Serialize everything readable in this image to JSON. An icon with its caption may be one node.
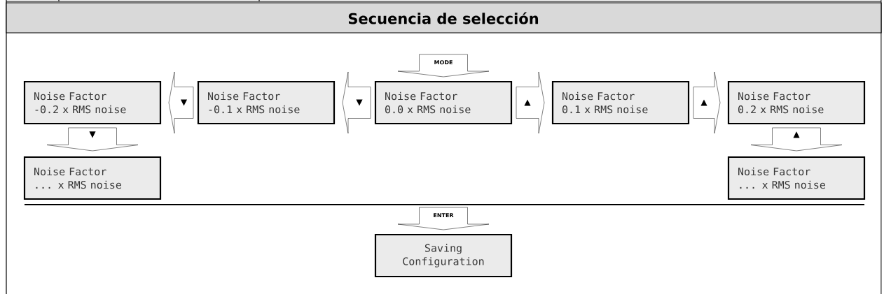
{
  "diagram": {
    "title": "Secuencia de selección",
    "nodes": [
      {
        "text": [
          "Noise Factor",
          "-0.2 x RMS noise"
        ]
      },
      {
        "text": [
          "Noise Factor",
          "-0.1 x RMS noise"
        ]
      },
      {
        "text": [
          "Noise Factor",
          "0.0 x RMS noise"
        ]
      },
      {
        "text": [
          "Noise Factor",
          "0.1 x RMS noise"
        ]
      },
      {
        "text": [
          "Noise Factor",
          "0.2 x RMS noise"
        ]
      },
      {
        "text": [
          "Noise Factor",
          "... x RMS noise"
        ]
      },
      {
        "text": [
          "Noise Factor",
          "... x RMS noise"
        ]
      },
      {
        "text": [
          "Saving Configuration"
        ]
      }
    ],
    "edges": [
      {
        "from": 2,
        "to": 1,
        "arrow": "to",
        "label": "▼"
      },
      {
        "from": 1,
        "to": 0,
        "arrow": "to",
        "label": "▼"
      },
      {
        "from": 2,
        "to": 3,
        "arrow": "to",
        "label": "▲"
      },
      {
        "from": 3,
        "to": 4,
        "arrow": "to",
        "label": "▲"
      },
      {
        "from": 0,
        "to": 5,
        "arrow": "to",
        "label": "▼"
      },
      {
        "from": 4,
        "to": 6,
        "arrow": "to",
        "label": "▲"
      },
      {
        "from": null,
        "to": 2,
        "arrow": "to",
        "label": "MODE"
      },
      {
        "from": null,
        "to": 7,
        "arrow": "to",
        "label": "ENTER"
      }
    ]
  }
}
